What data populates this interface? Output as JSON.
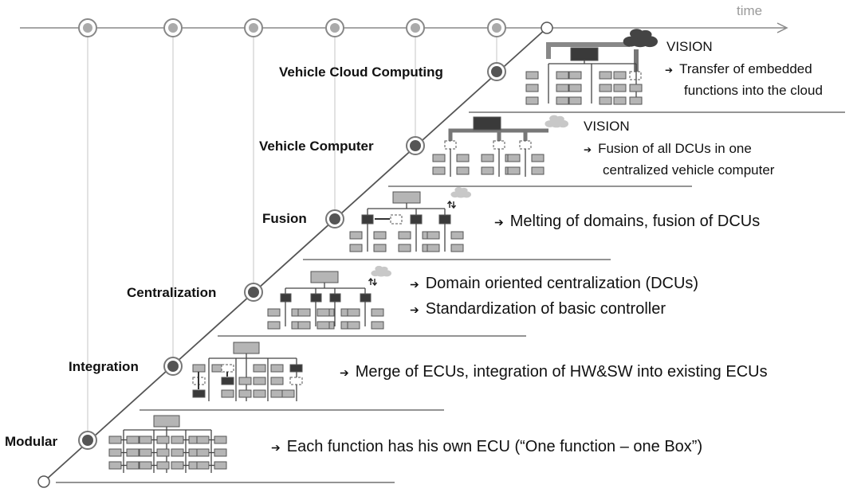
{
  "axis": {
    "time_label": "time"
  },
  "stages": [
    {
      "name": "Modular",
      "lines": [
        "Each function has his own ECU (“One function – one Box”)"
      ]
    },
    {
      "name": "Integration",
      "lines": [
        "Merge of ECUs, integration of HW&SW into existing ECUs"
      ]
    },
    {
      "name": "Centralization",
      "lines": [
        "Domain oriented centralization (DCUs)",
        "Standardization of basic controller"
      ]
    },
    {
      "name": "Fusion",
      "lines": [
        "Melting of domains, fusion of DCUs"
      ]
    },
    {
      "name": "Vehicle Computer",
      "vision": "VISION",
      "lines": [
        "Fusion of all DCUs in one",
        "centralized vehicle computer"
      ]
    },
    {
      "name": "Vehicle Cloud Computing",
      "vision": "VISION",
      "lines": [
        "Transfer of embedded",
        "functions into  the cloud"
      ]
    }
  ],
  "colors": {
    "line": "#555555",
    "box_fill": "#b5b5b5",
    "dark_box": "#3a3a3a",
    "cloud": "#c8c8c8",
    "node_fill": "#555555",
    "top_node_fill": "#aaaaaa"
  },
  "arrow_glyph": "➔"
}
